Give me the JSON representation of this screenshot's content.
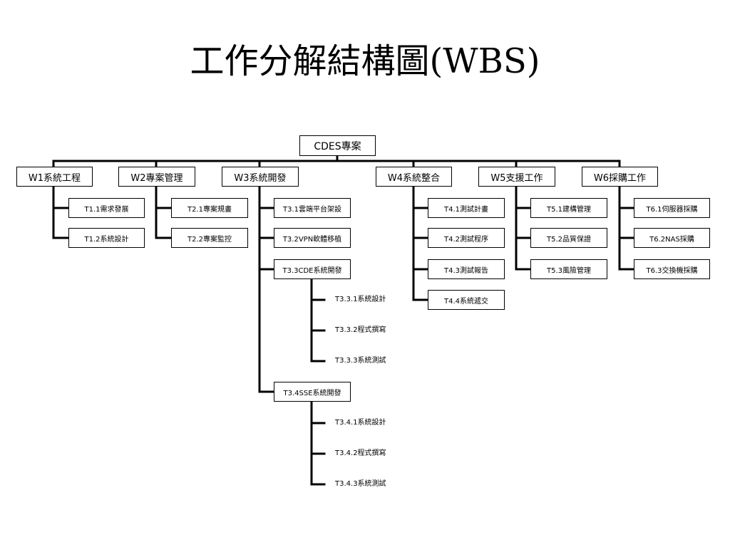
{
  "title": "工作分解結構圖(WBS)",
  "root": "CDES專案",
  "workstreams": [
    "W1系統工程",
    "W2專案管理",
    "W3系統開發",
    "W4系統整合",
    "W5支援工作",
    "W6採購工作"
  ],
  "tasks": {
    "w1": [
      "T1.1需求發展",
      "T1.2系統設計"
    ],
    "w2": [
      "T2.1專案規畫",
      "T2.2專案監控"
    ],
    "w3": [
      "T3.1雲端平台架設",
      "T3.2VPN軟體移植",
      "T3.3CDE系統開發",
      "T3.4SSE系統開發"
    ],
    "w4": [
      "T4.1測試計畫",
      "T4.2測試程序",
      "T4.3測試報告",
      "T4.4系統遞交"
    ],
    "w5": [
      "T5.1建構管理",
      "T5.2品質保證",
      "T5.3風險管理"
    ],
    "w6": [
      "T6.1伺服器採購",
      "T6.2NAS採購",
      "T6.3交換機採購"
    ]
  },
  "subtasks": {
    "t33": [
      "T3.3.1系統設計",
      "T3.3.2程式撰寫",
      "T3.3.3系統測試"
    ],
    "t34": [
      "T3.4.1系統設計",
      "T3.4.2程式撰寫",
      "T3.4.3系統測試"
    ]
  }
}
